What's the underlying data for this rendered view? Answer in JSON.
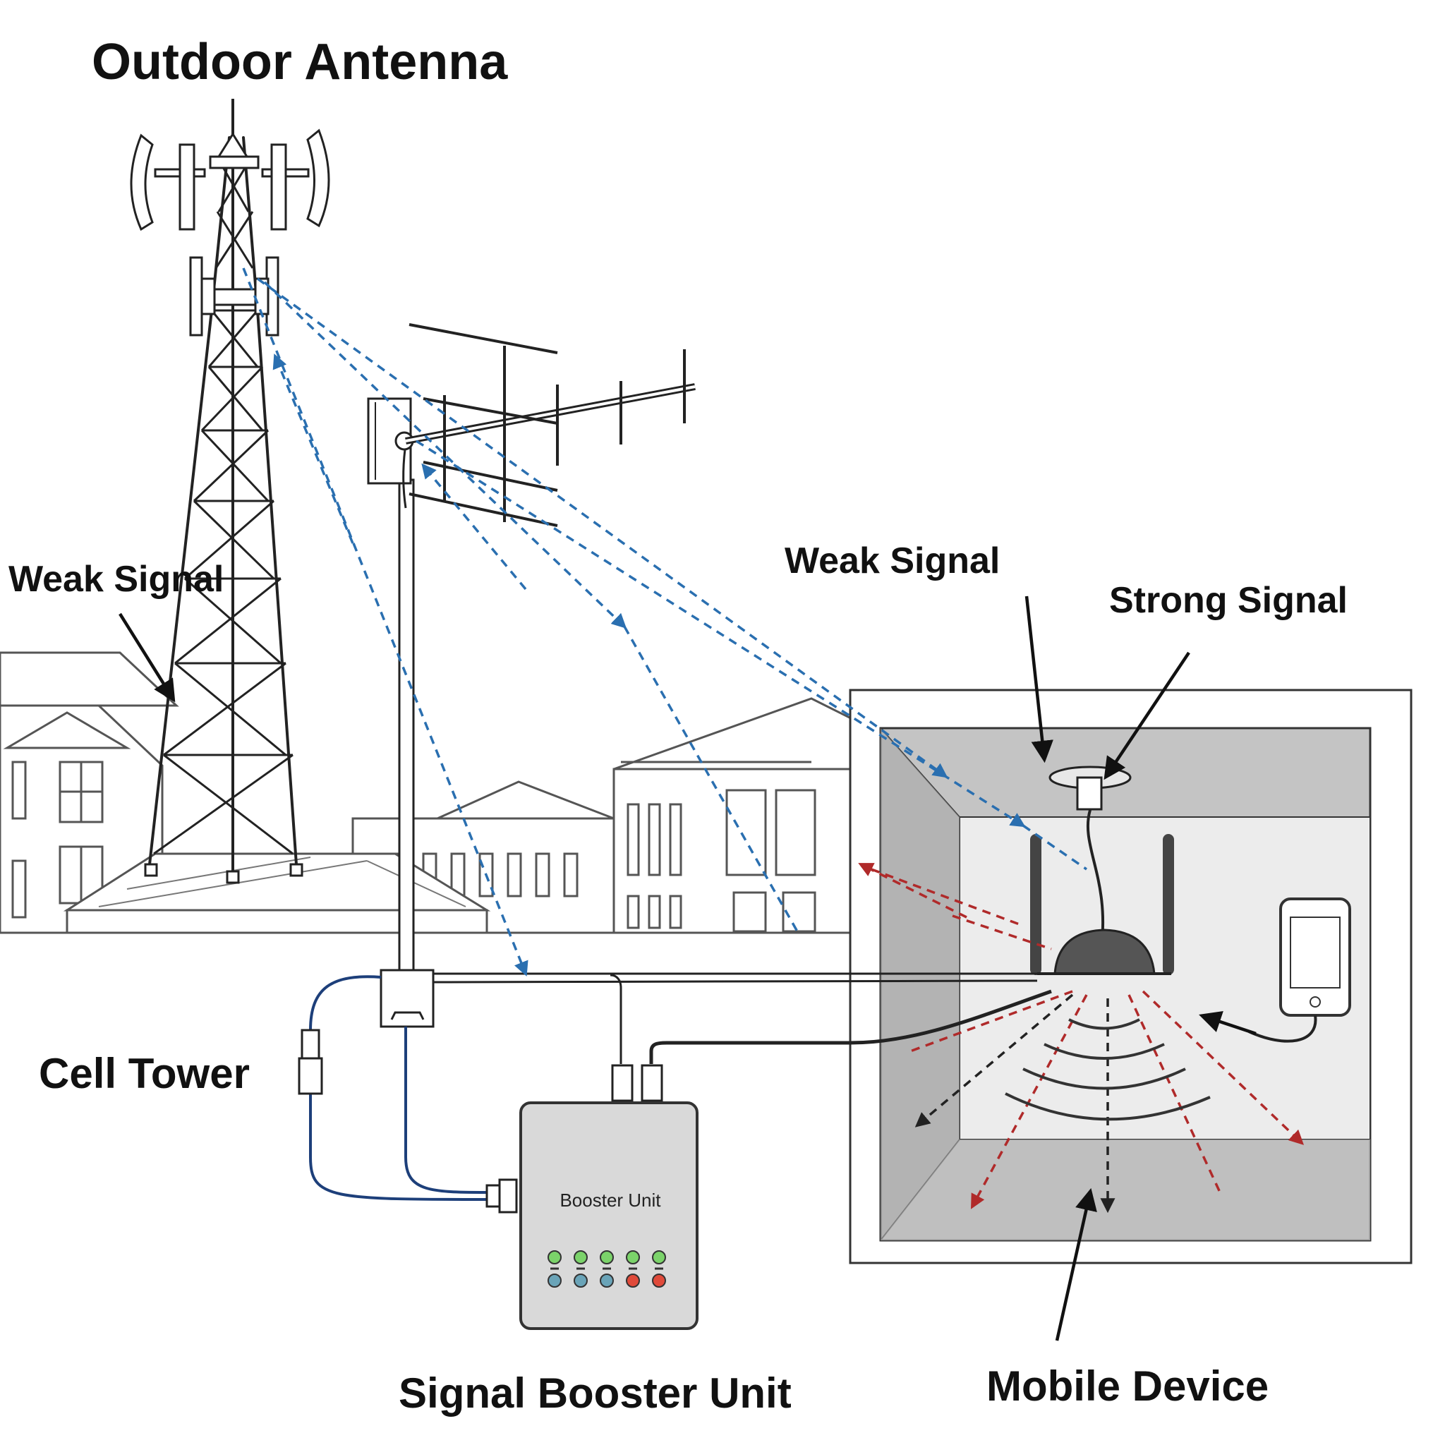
{
  "labels": {
    "outdoor_antenna": "Outdoor Antenna",
    "weak_signal_left": "Weak Signal",
    "weak_signal_right": "Weak Signal",
    "strong_signal": "Strong Signal",
    "cell_tower": "Cell Tower",
    "booster_unit_panel": "Booster Unit",
    "signal_booster_unit": "Signal Booster Unit",
    "mobile_device": "Mobile Device"
  },
  "colors": {
    "signal_incoming": "#2a6fb0",
    "signal_broadcast": "#b02a2a",
    "signal_neutral": "#222222",
    "cable": "#1d3f7a",
    "room_wall": "#c4c4c4",
    "booster_body": "#d9d9d9"
  },
  "booster_leds": {
    "top_row": [
      "#7bd36a",
      "#7bd36a",
      "#7bd36a",
      "#7bd36a",
      "#7bd36a"
    ],
    "bottom_row": [
      "#6aa4b8",
      "#6aa4b8",
      "#6aa4b8",
      "#e04a3a",
      "#e04a3a"
    ]
  }
}
